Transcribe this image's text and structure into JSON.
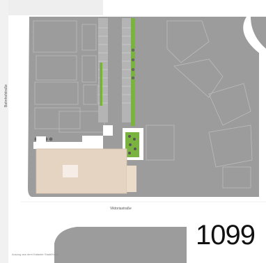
{
  "streets": {
    "bahnhofstrasse": "Bahnhofstraße",
    "viktoriastrasse": "Viktoriastraße"
  },
  "credit": "Auszug aus dem Kataster Stadt/Kreis",
  "sheet_number": "1099",
  "colors": {
    "block_fill": "#9c9c9c",
    "building_outline": "#b9b9b9",
    "green_strip": "#7bb340",
    "beige_building": "#e5d4c2",
    "background": "#ffffff"
  }
}
